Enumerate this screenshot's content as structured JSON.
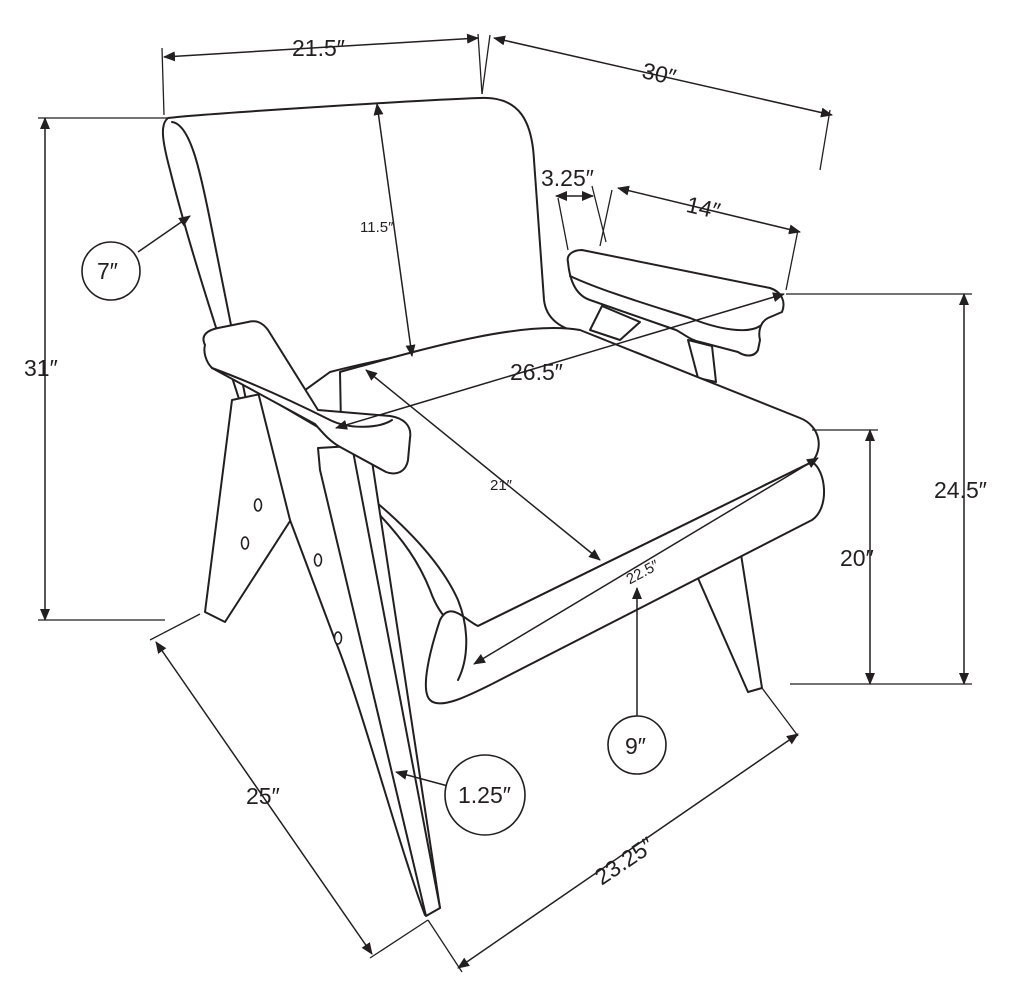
{
  "dimensions": {
    "width_top": "21.5″",
    "depth_top": "30″",
    "arm_offset": "3.25″",
    "arm_length": "14″",
    "back_height": "11.5″",
    "back_thickness": "7″",
    "total_height": "31″",
    "arm_span": "26.5″",
    "seat_depth": "21″",
    "seat_width": "22.5″",
    "arm_height": "24.5″",
    "seat_height": "20″",
    "seat_thickness": "9″",
    "leg_thickness": "1.25″",
    "base_depth": "25″",
    "base_width": "23.25″"
  }
}
